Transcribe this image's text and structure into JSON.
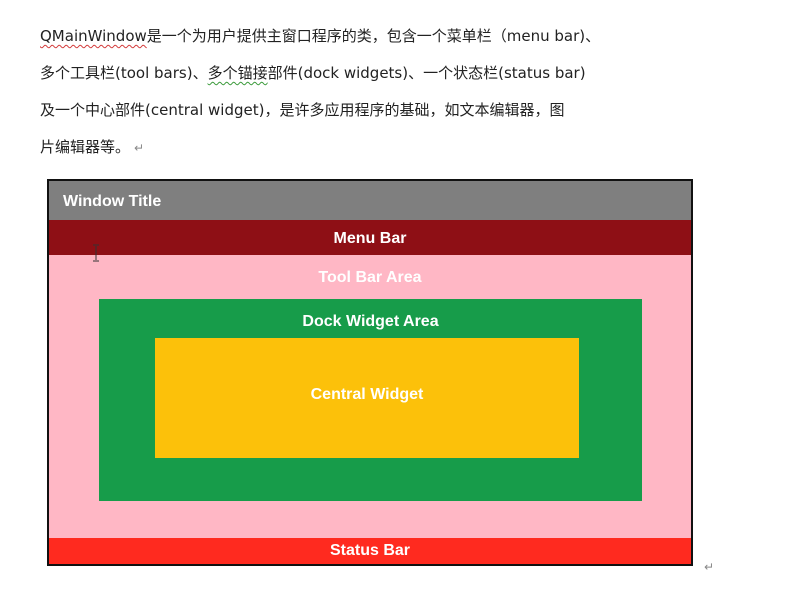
{
  "paragraph": {
    "line1_head": "QMainWindow",
    "line1_rest": "是一个为用户提供主窗口程序的类，包含一个菜单栏（menu bar)、",
    "line2_a": "多个工具栏(tool bars)、",
    "line2_b": "多个锚接",
    "line2_c": "部件(dock widgets)、一个状态栏(status bar)",
    "line3": "及一个中心部件(central widget)，是许多应用程序的基础，如文本编辑器，图",
    "line4": "片编辑器等。",
    "paragraph_mark": "↵"
  },
  "diagram": {
    "window_title": "Window Title",
    "menu_bar": "Menu Bar",
    "tool_bar_area": "Tool Bar Area",
    "dock_widget_area": "Dock Widget Area",
    "central_widget": "Central Widget",
    "status_bar": "Status Bar"
  },
  "colors": {
    "title_bar": "#7f7f7f",
    "menu_bar": "#8e0f15",
    "tool_bar_area": "#ffb7c5",
    "dock_widget_area": "#179c4a",
    "central_widget": "#fcc10a",
    "status_bar": "#ff2a1f"
  }
}
